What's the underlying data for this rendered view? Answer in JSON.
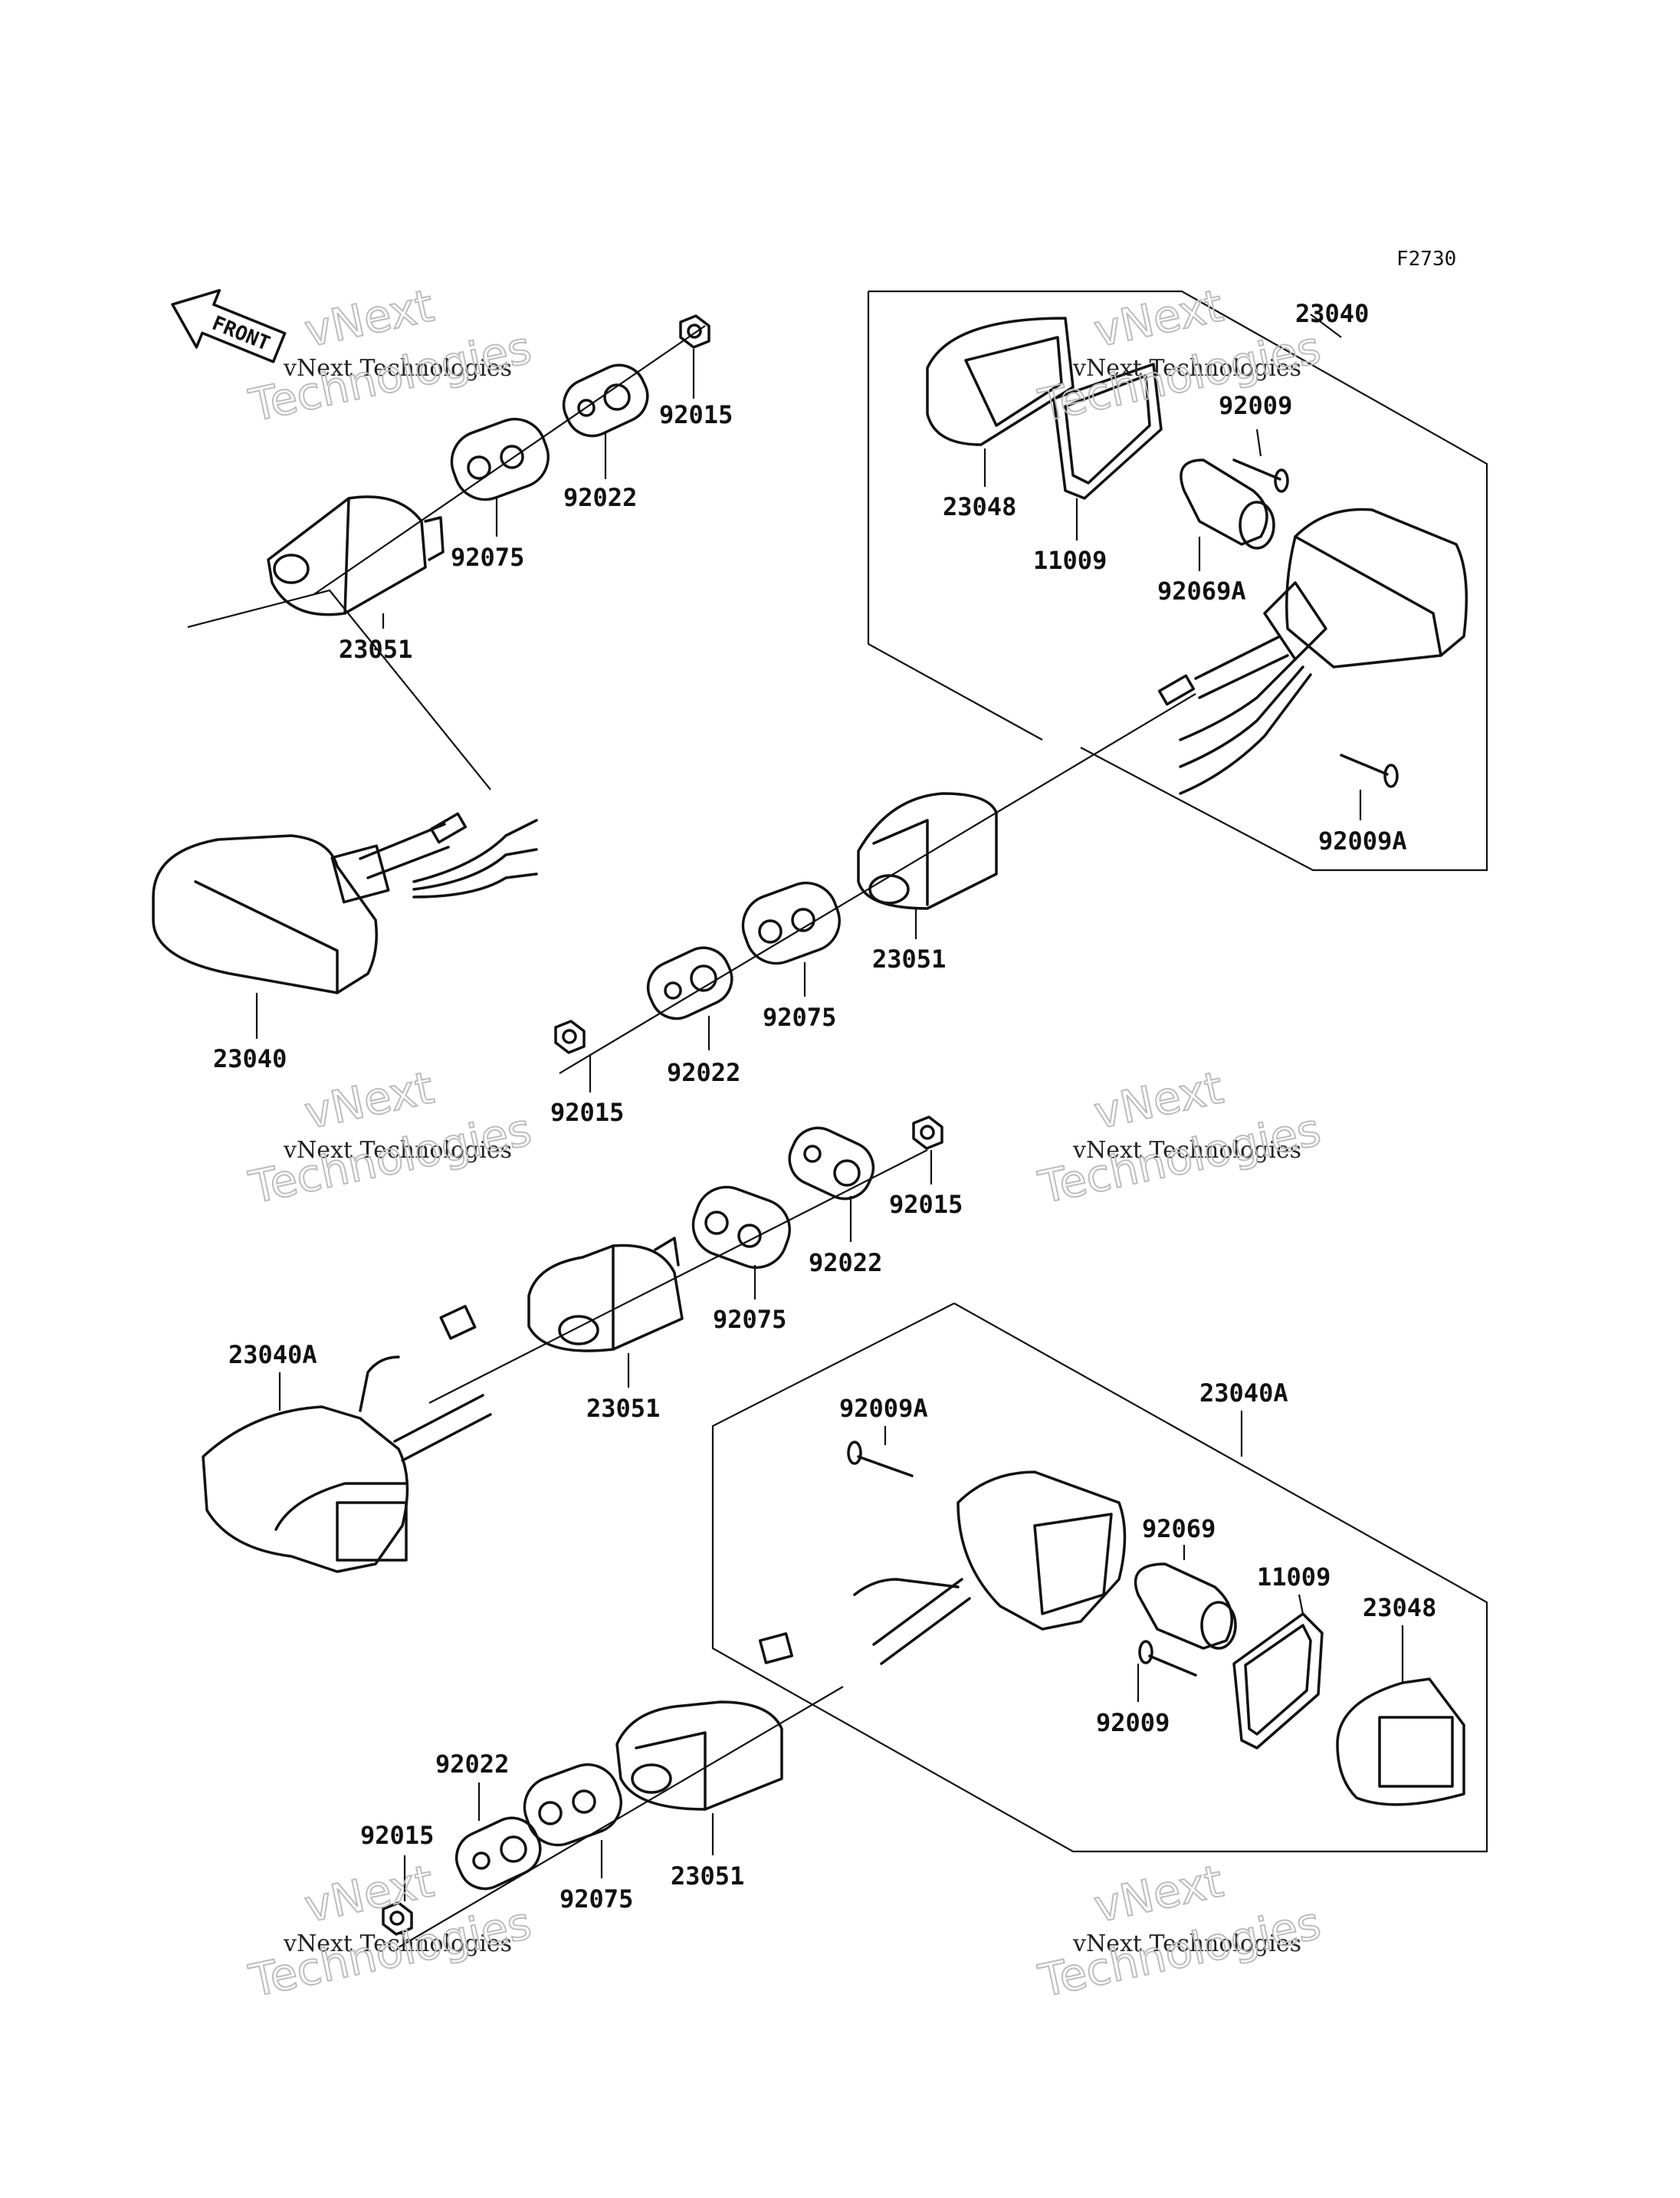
{
  "diagram": {
    "code": "F2730",
    "front_label": "FRONT",
    "watermark": {
      "company": "vNext Technologies",
      "line1": "vNext",
      "line2": "Technologies"
    },
    "labels": [
      {
        "id": "lbl-92015-a",
        "text": "92015"
      },
      {
        "id": "lbl-92022-a",
        "text": "92022"
      },
      {
        "id": "lbl-92075-a",
        "text": "92075"
      },
      {
        "id": "lbl-23051-a",
        "text": "23051"
      },
      {
        "id": "lbl-23040-a",
        "text": "23040"
      },
      {
        "id": "lbl-23040-b",
        "text": "23040"
      },
      {
        "id": "lbl-92009-a",
        "text": "92009"
      },
      {
        "id": "lbl-23048-a",
        "text": "23048"
      },
      {
        "id": "lbl-11009-a",
        "text": "11009"
      },
      {
        "id": "lbl-92069a",
        "text": "92069A"
      },
      {
        "id": "lbl-92009a-a",
        "text": "92009A"
      },
      {
        "id": "lbl-23051-b",
        "text": "23051"
      },
      {
        "id": "lbl-92075-b",
        "text": "92075"
      },
      {
        "id": "lbl-92022-b",
        "text": "92022"
      },
      {
        "id": "lbl-92015-b",
        "text": "92015"
      },
      {
        "id": "lbl-92015-c",
        "text": "92015"
      },
      {
        "id": "lbl-92022-c",
        "text": "92022"
      },
      {
        "id": "lbl-92075-c",
        "text": "92075"
      },
      {
        "id": "lbl-23051-c",
        "text": "23051"
      },
      {
        "id": "lbl-23040a-a",
        "text": "23040A"
      },
      {
        "id": "lbl-23040a-b",
        "text": "23040A"
      },
      {
        "id": "lbl-92009a-b",
        "text": "92009A"
      },
      {
        "id": "lbl-92069",
        "text": "92069"
      },
      {
        "id": "lbl-11009-b",
        "text": "11009"
      },
      {
        "id": "lbl-23048-b",
        "text": "23048"
      },
      {
        "id": "lbl-92009-b",
        "text": "92009"
      },
      {
        "id": "lbl-92022-d",
        "text": "92022"
      },
      {
        "id": "lbl-92015-d",
        "text": "92015"
      },
      {
        "id": "lbl-92075-d",
        "text": "92075"
      },
      {
        "id": "lbl-23051-d",
        "text": "23051"
      }
    ]
  }
}
